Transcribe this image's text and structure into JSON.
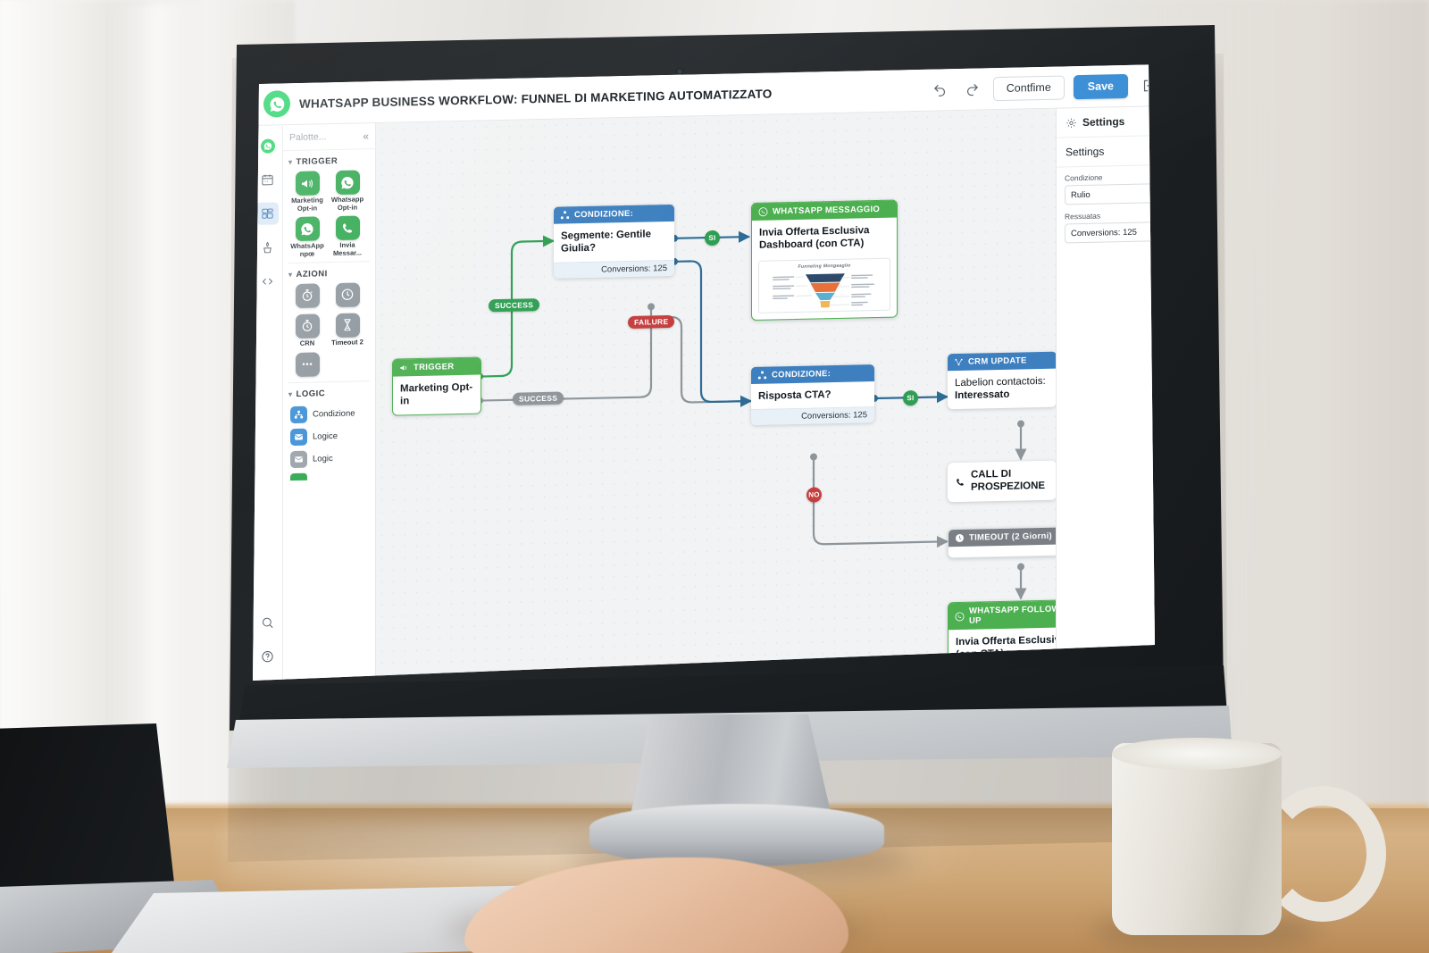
{
  "app": {
    "title": "WHATSAPP BUSINESS WORKFLOW: FUNNEL DI MARKETING AUTOMATIZZATO",
    "logo_icon": "whatsapp-icon"
  },
  "toolbar": {
    "undo_icon": "undo-icon",
    "redo_icon": "redo-icon",
    "confirm_label": "Contfime",
    "save_label": "Save",
    "exit_icon": "logout-icon"
  },
  "rail": {
    "items": [
      {
        "name": "whatsapp",
        "icon": "whatsapp-icon",
        "active": false
      },
      {
        "name": "calendar",
        "icon": "calendar-icon",
        "active": false
      },
      {
        "name": "workflow",
        "icon": "workflow-icon",
        "active": true
      },
      {
        "name": "templates",
        "icon": "plant-icon",
        "active": false
      },
      {
        "name": "code",
        "icon": "code-icon",
        "active": false
      }
    ],
    "bottom_items": [
      {
        "name": "search",
        "icon": "search-icon"
      },
      {
        "name": "help",
        "icon": "help-circle-icon"
      },
      {
        "name": "settings",
        "icon": "gear-icon"
      }
    ]
  },
  "palette": {
    "search_placeholder": "Palotte...",
    "collapse_icon": "chevron-double-left-icon",
    "sections": [
      {
        "title": "TRIGGER",
        "layout": "grid",
        "items": [
          {
            "label": "Marketing Opt-in",
            "icon": "megaphone-icon",
            "color": "green"
          },
          {
            "label": "Whatsapp Opt-in",
            "icon": "whatsapp-icon",
            "color": "green"
          },
          {
            "label": "WhatsApp npœ",
            "icon": "whatsapp-icon",
            "color": "green"
          },
          {
            "label": "Invia Messar...",
            "icon": "phone-icon",
            "color": "green"
          }
        ]
      },
      {
        "title": "AZIONI",
        "layout": "grid",
        "items": [
          {
            "label": "",
            "icon": "timer-icon",
            "color": "gray"
          },
          {
            "label": "",
            "icon": "clock-icon",
            "color": "gray"
          },
          {
            "label": "CRN",
            "icon": "stopwatch-icon",
            "color": "gray"
          },
          {
            "label": "Timeout 2",
            "icon": "hourglass-icon",
            "color": "gray"
          },
          {
            "label": "",
            "icon": "ellipsis-icon",
            "color": "gray"
          }
        ]
      },
      {
        "title": "LOGIC",
        "layout": "list",
        "items": [
          {
            "label": "Condizione",
            "icon": "sitemap-icon",
            "color": "blue"
          },
          {
            "label": "Logice",
            "icon": "envelope-icon",
            "color": "blue"
          },
          {
            "label": "Logic",
            "icon": "envelope-icon",
            "color": "gray"
          }
        ]
      }
    ]
  },
  "canvas": {
    "nodes": [
      {
        "id": "trigger",
        "header": "TRIGGER",
        "header_icon": "megaphone-icon",
        "header_color": "green",
        "body": "Marketing Opt-in",
        "footer": null
      },
      {
        "id": "condizione-1",
        "header": "CONDIZIONE:",
        "header_icon": "sitemap-icon",
        "header_color": "blue",
        "body": "Segmente: Gentile Giulia?",
        "footer": "Conversions: 125"
      },
      {
        "id": "whatsapp-messaggio",
        "header": "WHATSAPP MESSAGGIO",
        "header_icon": "whatsapp-icon",
        "header_color": "green",
        "body": "Invia Offerta Esclusiva Dashboard (con CTA)",
        "footer": null,
        "thumbnail_title": "Funneling Mongeaglio"
      },
      {
        "id": "condizione-2",
        "header": "CONDIZIONE:",
        "header_icon": "sitemap-icon",
        "header_color": "blue",
        "body": "Risposta CTA?",
        "footer": "Conversions: 125"
      },
      {
        "id": "crm-update",
        "header": "CRM UPDATE",
        "header_icon": "crm-icon",
        "header_color": "blue",
        "body_pre": "Labelion contactois:",
        "body_strong": "Interessato",
        "footer": null
      },
      {
        "id": "call-prospezione",
        "header": null,
        "body": "CALL DI PROSPEZIONE",
        "icon": "phone-icon",
        "footer": null
      },
      {
        "id": "timeout",
        "header": "TIMEOUT (2 Giorni)",
        "header_icon": "clock-icon",
        "header_color": "gray",
        "body": "",
        "footer": null
      },
      {
        "id": "whatsapp-followup",
        "header": "WHATSAPP FOLLOW-UP",
        "header_icon": "whatsapp-icon",
        "header_color": "green",
        "body": "Invia Offerta Esclusiva (con CTA)",
        "footer": null
      }
    ],
    "edge_labels": [
      {
        "id": "success-green",
        "text": "SUCCESS",
        "color": "green"
      },
      {
        "id": "success-gray",
        "text": "SUCCESS",
        "color": "gray"
      },
      {
        "id": "failure",
        "text": "FAILURE",
        "color": "red"
      },
      {
        "id": "si-1",
        "text": "SI",
        "color": "green"
      },
      {
        "id": "si-2",
        "text": "SI",
        "color": "green"
      },
      {
        "id": "no",
        "text": "NO",
        "color": "red"
      }
    ]
  },
  "settings": {
    "header": "Settings",
    "header_icon": "gear-icon",
    "section_title": "Settings",
    "collapse_icon": "chevron-up-icon",
    "fields": [
      {
        "label": "Condizione",
        "value": "Rulio"
      },
      {
        "label": "Ressuatas",
        "value": "Conversions: 125"
      }
    ]
  },
  "chart_data": {
    "type": "funnel",
    "title": "Funneling Mongeaglio",
    "stages": [
      "Awareness",
      "Interesse",
      "Decisione",
      "Azione"
    ],
    "values": [
      100,
      72,
      44,
      18
    ],
    "colors": [
      "#2e4a6b",
      "#e8703a",
      "#5bb0cf",
      "#f0b75a"
    ]
  }
}
